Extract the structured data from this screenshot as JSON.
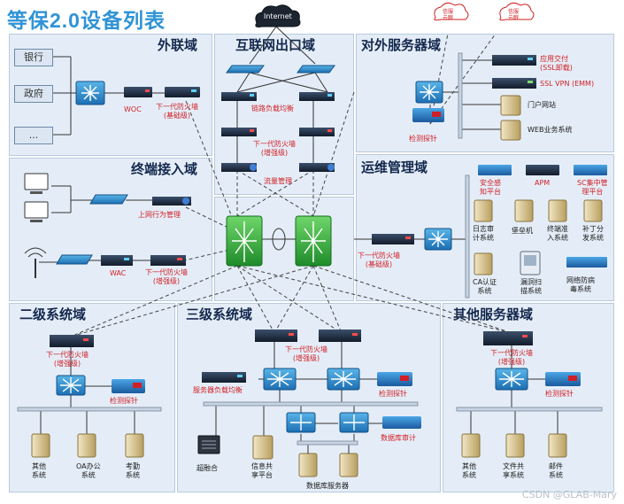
{
  "title": "等保2.0设备列表",
  "watermark": "CSDN @GLAB-Mary",
  "zones": {
    "external": "外联域",
    "internet_exit": "互联网出口域",
    "external_service": "对外服务器域",
    "terminal": "终端接入域",
    "ops": "运维管理域",
    "level2": "二级系统域",
    "level3": "三级系统域",
    "other_server": "其他服务器域"
  },
  "external": {
    "boxes": [
      "银行",
      "政府",
      "..."
    ],
    "woc": "WOC",
    "fw": [
      "下一代防火墙",
      "(基础级)"
    ]
  },
  "internet": {
    "cloud": "Internet",
    "lb": "链路负载均衡",
    "fw": [
      "下一代防火墙",
      "(增强级)"
    ],
    "flow": "流量管理"
  },
  "threat_clouds": [
    [
      "信服",
      "云眼"
    ],
    [
      "信服",
      "云眼"
    ]
  ],
  "external_service": {
    "items": [
      [
        "应用交付",
        "(SSL卸载)"
      ],
      [
        "SSL VPN (EMM)"
      ],
      [
        "门户网站"
      ],
      [
        "WEB业务系统"
      ]
    ],
    "probe": "检测探针"
  },
  "terminal": {
    "behavior": "上网行为管理",
    "wac": "WAC",
    "fw": [
      "下一代防火墙",
      "(增强级)"
    ]
  },
  "ops": {
    "top": [
      [
        "安全感",
        "知平台"
      ],
      [
        "APM"
      ],
      [
        "SC集中管",
        "理平台"
      ]
    ],
    "grid": [
      [
        "日志审",
        "计系统"
      ],
      [
        "堡垒机"
      ],
      [
        "终端准",
        "入系统"
      ],
      [
        "补丁分",
        "发系统"
      ],
      [
        "CA认证",
        "系统"
      ],
      [
        "漏洞扫",
        "描系统"
      ],
      [
        "网络防病",
        "毒系统"
      ]
    ],
    "fw": [
      "下一代防火墙",
      "(基础级)"
    ]
  },
  "level2": {
    "fw": [
      "下一代防火墙",
      "(增强级)"
    ],
    "probe": "检测探针",
    "servers": [
      [
        "其他",
        "系统"
      ],
      [
        "OA办公",
        "系统"
      ],
      [
        "考勤",
        "系统"
      ]
    ]
  },
  "level3": {
    "fw": [
      "下一代防火墙",
      "(增强级)"
    ],
    "lb": "服务器负载均衡",
    "probe": "检测探针",
    "db_audit": "数据库审计",
    "items": [
      [
        "超融合"
      ],
      [
        "信息共",
        "享平台"
      ]
    ],
    "db_label": "数据库服务器"
  },
  "other_server": {
    "fw": [
      "下一代防火墙",
      "(增强级)"
    ],
    "probe": "检测探针",
    "servers": [
      [
        "其他",
        "系统"
      ],
      [
        "文件共",
        "享系统"
      ],
      [
        "邮件",
        "系统"
      ]
    ]
  },
  "colors": {
    "title": "#2f93d6",
    "zone_bg": "#e4edf7",
    "label_red": "#d21f26",
    "device_dark": "#1b2a3f"
  }
}
